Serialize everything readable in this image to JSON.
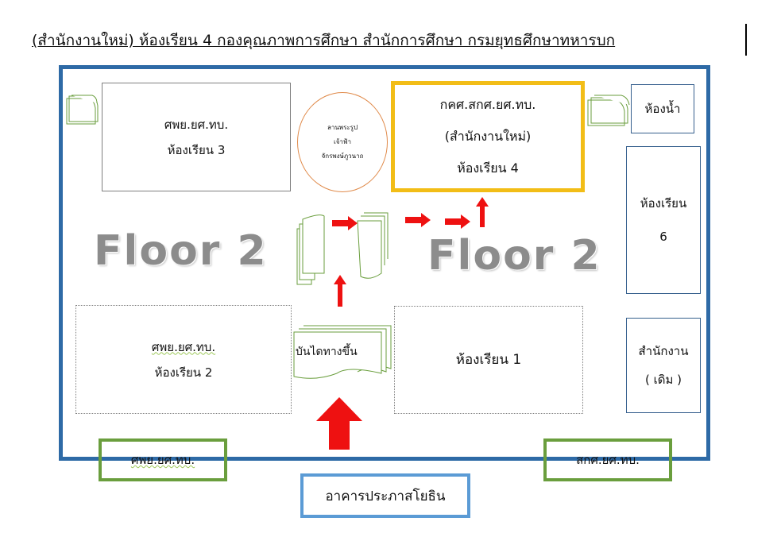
{
  "title": "(สำนักงานใหม่) ห้องเรียน 4  กองคุณภาพการศึกษา สำนักการศึกษา กรมยุทธศึกษาทหารบก",
  "rooms": {
    "room3": {
      "line1": "ศพย.ยศ.ทบ.",
      "line2": "ห้องเรียน  3"
    },
    "room4": {
      "line1": "กคศ.สกศ.ยศ.ทบ.",
      "line2": "(สำนักงานใหม่)",
      "line3": "ห้องเรียน  4"
    },
    "room2": {
      "line1": "ศพย.ยศ.ทบ.",
      "line2": "ห้องเรียน  2"
    },
    "room1": {
      "line1": "ห้องเรียน  1"
    },
    "room6": {
      "line1": "ห้องเรียน",
      "line2": "6"
    },
    "toilet": {
      "line1": "ห้องน้ำ"
    },
    "old_office": {
      "line1": "สำนักงาน",
      "line2": "( เดิม )"
    }
  },
  "statue": {
    "line1": "ลานพระรูป",
    "line2": "เจ้าฟ้า",
    "line3": "จักรพงษ์ภูวนาถ"
  },
  "stairs": {
    "label": "บันไดทางขึ้น"
  },
  "floor_labels": {
    "left": "Floor   2",
    "right": "Floor   2"
  },
  "buildings": {
    "left_label": "ศพย.ยศ.ทบ.",
    "right_label": "สกศ.ยศ.ทบ.",
    "bottom_label": "อาคารประภาสโยธิน"
  },
  "colors": {
    "building_border": "#2e6aa6",
    "highlight": "#f2bd17",
    "green": "#6a9e3d",
    "light_blue": "#5b9bd5",
    "arrow": "#ee1111"
  }
}
